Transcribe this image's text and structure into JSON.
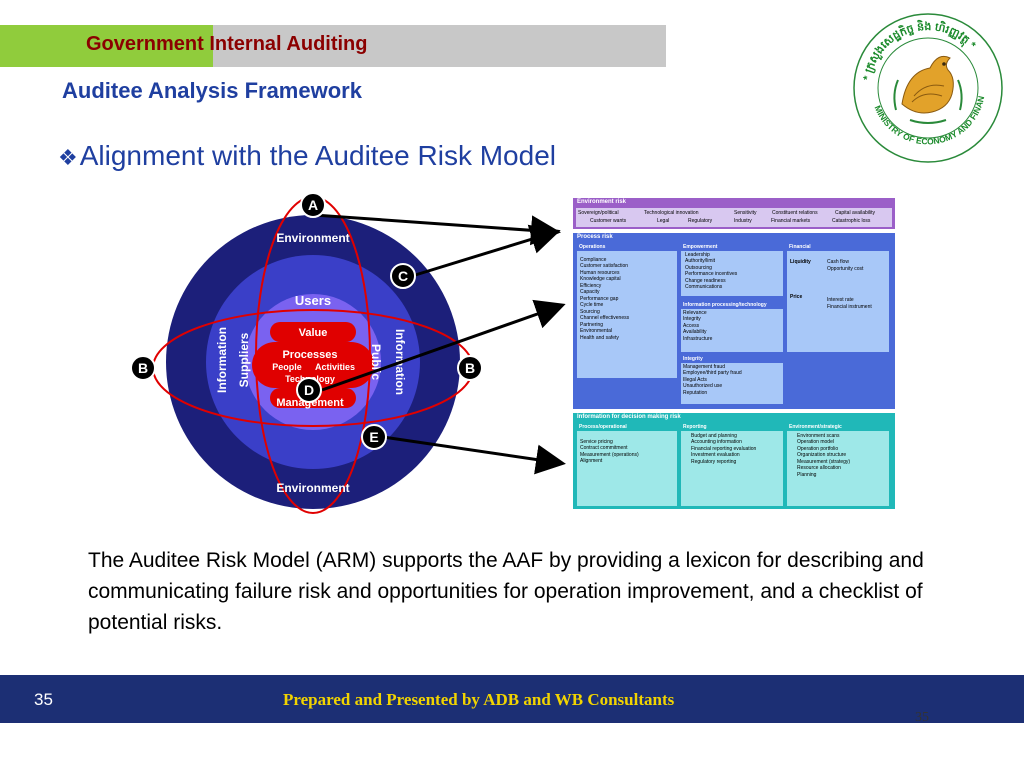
{
  "header": {
    "title": "Government Internal Auditing",
    "subtitle": "Auditee Analysis Framework"
  },
  "logo": {
    "text": "* ក្រសួងសេដ្ឋកិច្ច និង ហិរញ្ញវត្ថុ * MINISTRY OF ECONOMY AND FINANCE *"
  },
  "bullet": {
    "icon": "diamond-bullet-icon",
    "text": "Alignment with the Auditee Risk Model"
  },
  "diagram": {
    "env_top": "Environment",
    "env_bottom": "Environment",
    "users": "Users",
    "value": "Value",
    "processes": "Processes",
    "people": "People",
    "activities": "Activities",
    "technology": "Technology",
    "management": "Management",
    "information_left": "Information",
    "suppliers": "Suppliers",
    "public": "Public",
    "information_right": "Information",
    "markers": {
      "a": "A",
      "b_left": "B",
      "b_right": "B",
      "c": "C",
      "d": "D",
      "e": "E"
    },
    "colors": {
      "outer": "#1c1f7a",
      "mid": "#3a3fc8",
      "inner": "#6a6ae8",
      "core": "#e00000",
      "ellipse": "#e00000"
    }
  },
  "risk_model": {
    "env_title": "Environment risk",
    "env_row1": [
      "Sovereign/political",
      "Technological innovation",
      "Sensitivity",
      "Constituent relations",
      "Capital availability"
    ],
    "env_row2": [
      "Customer wants",
      "Legal",
      "Regulatory",
      "Industry",
      "Financial markets",
      "Catastrophic loss"
    ],
    "process_title": "Process risk",
    "operations_title": "Operations",
    "operations": [
      "Compliance",
      "Customer satisfaction",
      "Human resources",
      "Knowledge capital",
      "Efficiency",
      "Capacity",
      "Performance gap",
      "Cycle time",
      "Sourcing",
      "Channel effectiveness",
      "Partnering",
      "Environmental",
      "Health and safety"
    ],
    "empowerment_title": "Empowerment",
    "empowerment": [
      "Leadership",
      "Authority/limit",
      "Outsourcing",
      "Performance incentives",
      "Change readiness",
      "Communications"
    ],
    "info_tech_title": "Information processing/technology",
    "info_tech": [
      "Relevance",
      "Integrity",
      "Access",
      "Availability",
      "Infrastructure"
    ],
    "integrity_title": "Integrity",
    "integrity": [
      "Management fraud",
      "Employee/third party fraud",
      "Illegal Acts",
      "Unauthorized use",
      "Reputation"
    ],
    "financial_title": "Financial",
    "liquidity_label": "Liquidity",
    "liquidity": [
      "Cash flow",
      "Opportunity cost"
    ],
    "price_label": "Price",
    "price": [
      "Interest rate",
      "Financial instrument"
    ],
    "decision_title": "Information for decision making risk",
    "proc_op_title": "Process/operational",
    "proc_op": [
      "Service pricing",
      "Contract commitment",
      "Measurement (operations)",
      "Alignment"
    ],
    "reporting_title": "Reporting",
    "reporting": [
      "Budget and planning",
      "Accounting information",
      "Financial reporting evaluation",
      "Investment evaluation",
      "Regulatory reporting"
    ],
    "env_strat_title": "Environment/strategic",
    "env_strat": [
      "Environment scans",
      "Operation model",
      "Operation portfolio",
      "Organization structure",
      "Measurement (strategy)",
      "Resource allocation",
      "Planning"
    ]
  },
  "body": {
    "text": "The Auditee Risk Model (ARM) supports the AAF by providing a lexicon for describing and communicating failure risk and opportunities for operation improvement, and a checklist of potential risks."
  },
  "footer": {
    "slide_number": "35",
    "credit": "Prepared and Presented by ADB and WB Consultants",
    "page_number": "35"
  }
}
